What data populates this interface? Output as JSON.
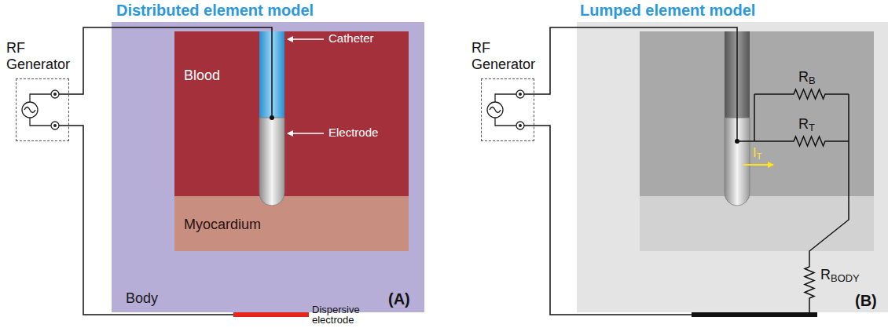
{
  "diagram": {
    "nodes": [
      {
        "text": [
          "RF Generator"
        ]
      },
      {
        "text": [
          "Body"
        ]
      },
      {
        "text": [
          "Blood"
        ],
        "in": 1
      },
      {
        "text": [
          "Myocardium"
        ],
        "in": 1
      },
      {
        "text": [
          "Dispersive electrode"
        ]
      },
      {
        "text": [
          "RF Generator"
        ]
      }
    ],
    "edges": [
      {
        "from": 0,
        "to": 4,
        "arrow": "none"
      }
    ],
    "labels": [
      "Distributed element model",
      "Catheter",
      "Electrode",
      "(A)",
      "Lumped element model",
      "RB",
      "IT",
      "RT",
      "RBODY",
      "(B)"
    ]
  }
}
